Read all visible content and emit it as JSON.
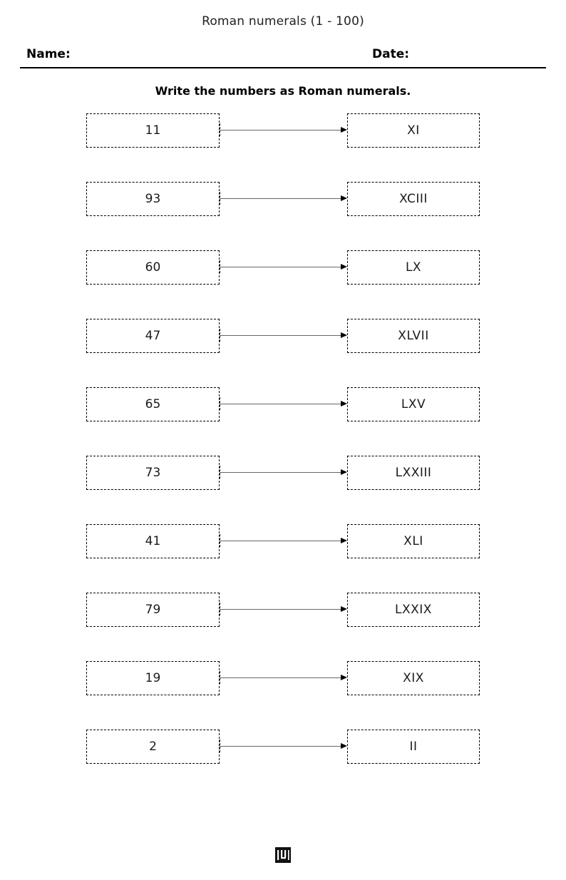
{
  "document": {
    "title": "Roman numerals (1 - 100)",
    "instruction": "Write the numbers as Roman numerals."
  },
  "header": {
    "name_label": "Name:",
    "date_label": "Date:"
  },
  "problems": [
    {
      "number": "11",
      "answer": "XI"
    },
    {
      "number": "93",
      "answer": "XCIII"
    },
    {
      "number": "60",
      "answer": "LX"
    },
    {
      "number": "47",
      "answer": "XLVII"
    },
    {
      "number": "65",
      "answer": "LXV"
    },
    {
      "number": "73",
      "answer": "LXXIII"
    },
    {
      "number": "41",
      "answer": "XLI"
    },
    {
      "number": "79",
      "answer": "LXXIX"
    },
    {
      "number": "19",
      "answer": "XIX"
    },
    {
      "number": "2",
      "answer": "II"
    }
  ],
  "footer": {
    "logo_name": "publisher-logo-mark"
  },
  "colors": {
    "ink": "#000000",
    "text": "#1a1a1a",
    "arrow_line": "#666666",
    "page_background": "#ffffff"
  }
}
